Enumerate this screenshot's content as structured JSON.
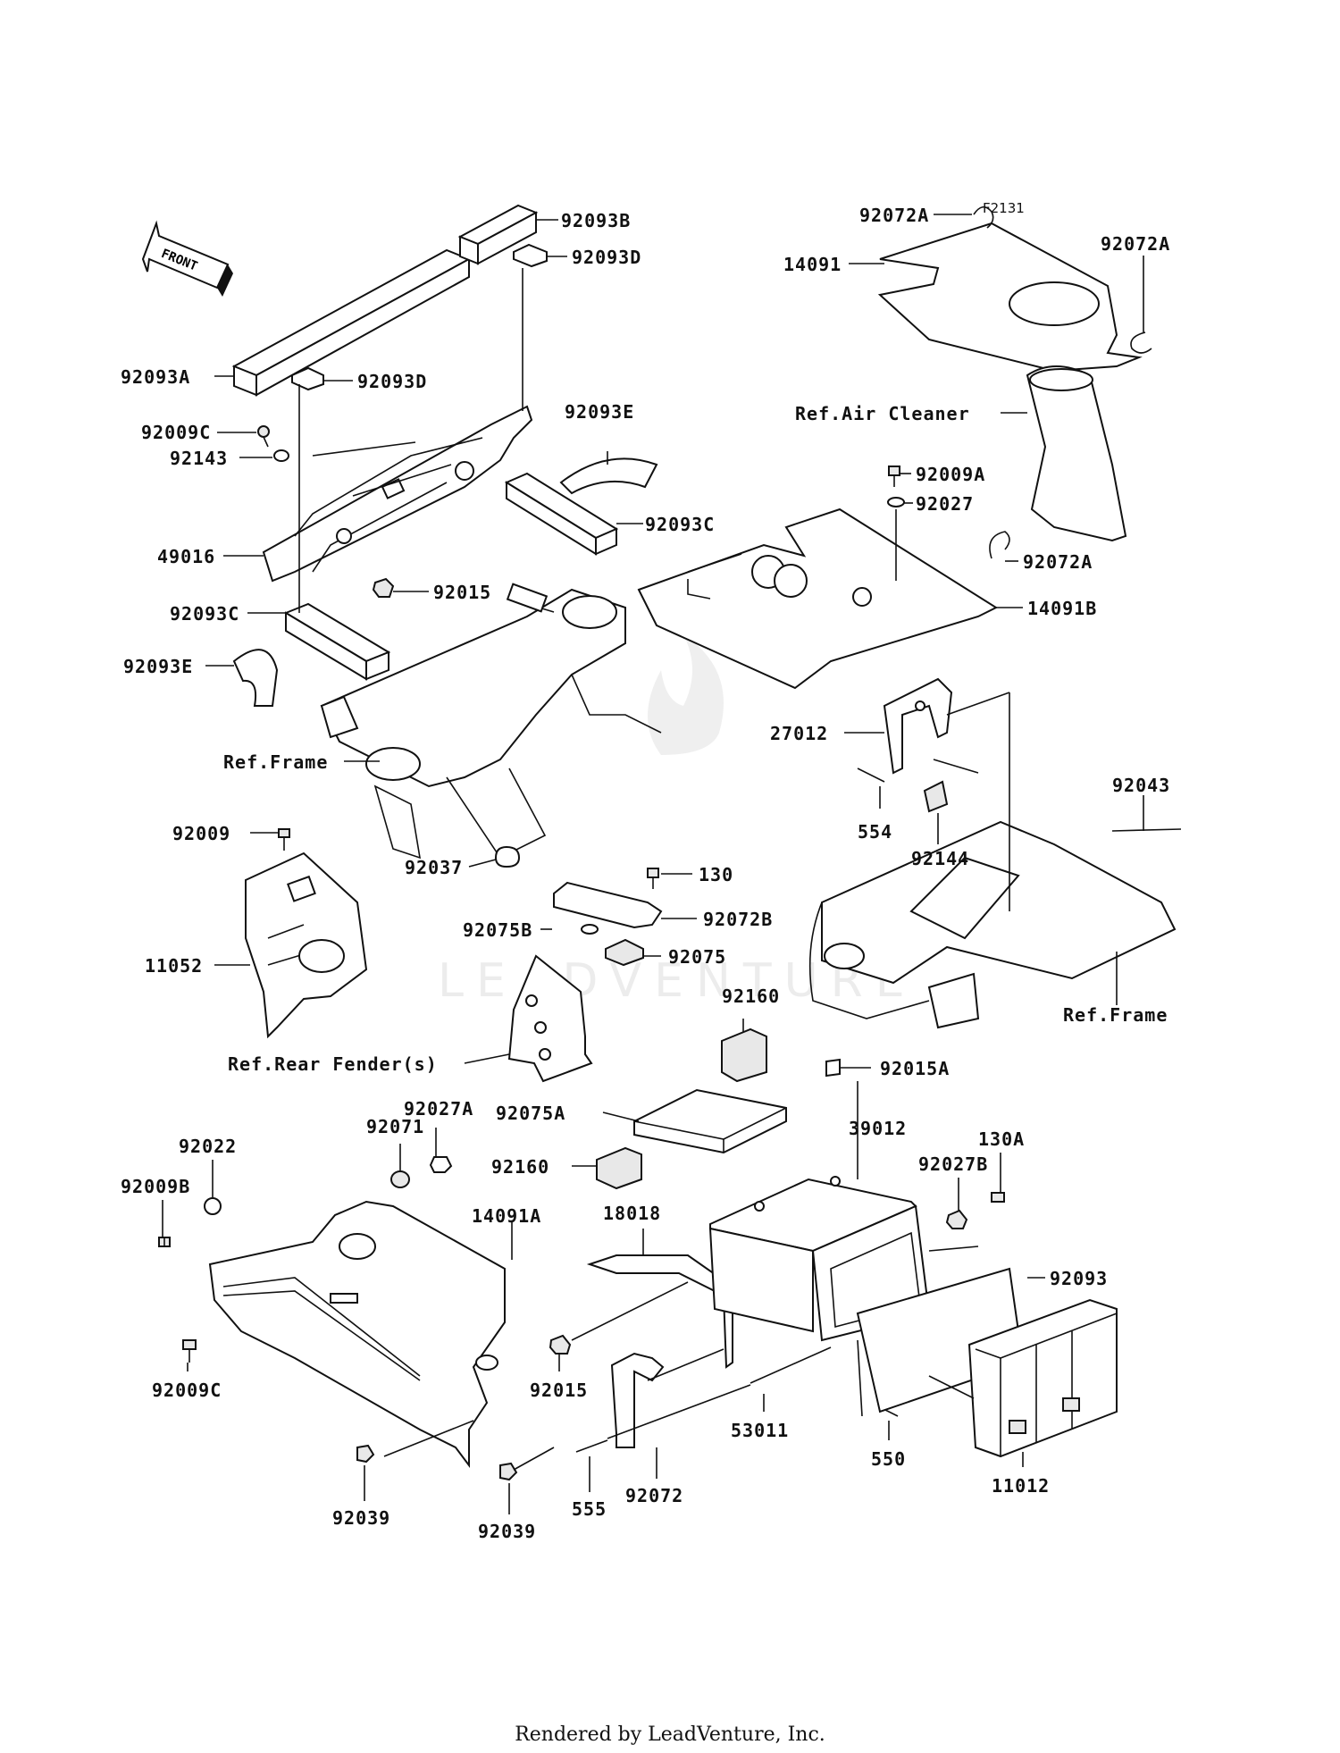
{
  "diagram_code": "F2131",
  "front_arrow_label": "FRONT",
  "watermark": "LEADVENTURE",
  "footer": "Rendered by LeadVenture, Inc.",
  "labels": {
    "l92093B": "92093B",
    "l92093D_top": "92093D",
    "l92093A": "92093A",
    "l92093D_mid": "92093D",
    "l92009C_top": "92009C",
    "l92143": "92143",
    "l92093E_top": "92093E",
    "l92093C_right": "92093C",
    "l49016": "49016",
    "l92015_top": "92015",
    "l92093C_left": "92093C",
    "l92093E_left": "92093E",
    "refFrame_left": "Ref.Frame",
    "l92072A_top": "92072A",
    "l92072A_right": "92072A",
    "l14091": "14091",
    "refAirCleaner": "Ref.Air Cleaner",
    "l92009A": "92009A",
    "l92027": "92027",
    "l92072A_mid": "92072A",
    "l14091B": "14091B",
    "l27012": "27012",
    "l554": "554",
    "l92144": "92144",
    "l92043": "92043",
    "refFrame_right": "Ref.Frame",
    "l92009": "92009",
    "l11052": "11052",
    "l92037": "92037",
    "l130": "130",
    "l92072B": "92072B",
    "l92075B": "92075B",
    "l92075": "92075",
    "refRearFender": "Ref.Rear Fender(s)",
    "l92160_top": "92160",
    "l92015A": "92015A",
    "l92075A": "92075A",
    "l39012": "39012",
    "l92027A": "92027A",
    "l92071": "92071",
    "l92022": "92022",
    "l92009B": "92009B",
    "l14091A": "14091A",
    "l92160_mid": "92160",
    "l18018": "18018",
    "l92027B": "92027B",
    "l130A": "130A",
    "l92093": "92093",
    "l92009C_bottom": "92009C",
    "l92015_bottom": "92015",
    "l53011": "53011",
    "l550": "550",
    "l11012": "11012",
    "l92039_left": "92039",
    "l92039_right": "92039",
    "l555": "555",
    "l92072": "92072"
  }
}
